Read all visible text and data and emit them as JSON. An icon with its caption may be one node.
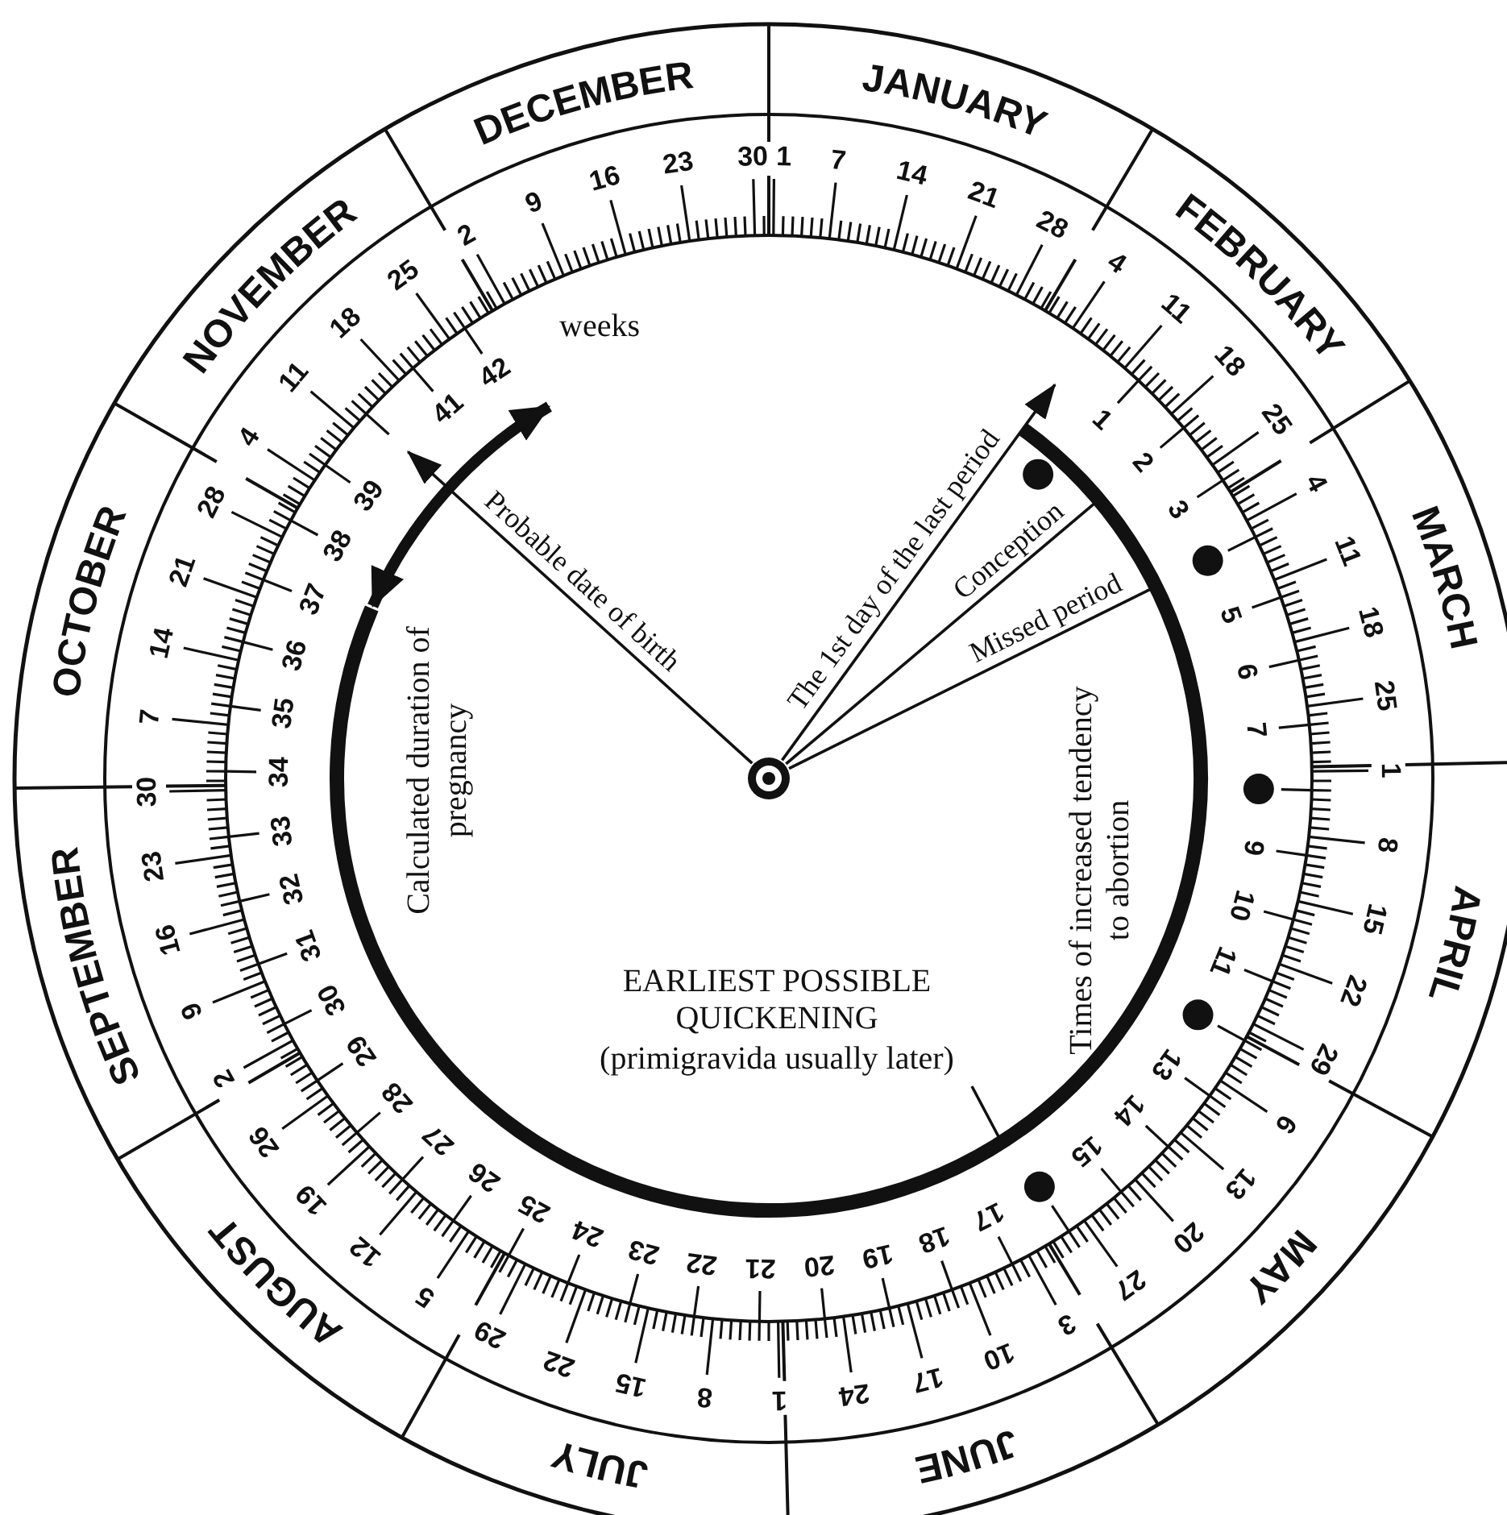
{
  "diagram": {
    "nodes": [
      {
        "text": [],
        "shape": "circle"
      },
      {
        "text": [
          "EARLIEST POSSIBLE QUICKENING",
          "(primigravida usually later)"
        ]
      }
    ],
    "edges": [
      {
        "from": 0,
        "to": null,
        "arrow": "to",
        "label": "The 1st day of the last period"
      },
      {
        "from": 0,
        "to": null,
        "arrow": "none",
        "label": "Conception"
      },
      {
        "from": 0,
        "to": null,
        "arrow": "none",
        "label": "Missed period"
      },
      {
        "from": 0,
        "to": null,
        "arrow": "to",
        "label": "Probable date of birth"
      },
      {
        "from": 1,
        "to": null,
        "arrow": "none"
      }
    ],
    "labels": [
      "JANUARY",
      "FEBRUARY",
      "MARCH",
      "APRIL",
      "MAY",
      "JUNE",
      "JULY",
      "AUGUST",
      "SEPTEMBER",
      "OCTOBER",
      "NOVEMBER",
      "DECEMBER",
      "1",
      "7",
      "14",
      "21",
      "28",
      "4",
      "11",
      "18",
      "25",
      "4",
      "11",
      "18",
      "25",
      "1",
      "8",
      "15",
      "22",
      "29",
      "6",
      "13",
      "20",
      "27",
      "3",
      "10",
      "17",
      "24",
      "1",
      "8",
      "15",
      "22",
      "29",
      "5",
      "12",
      "19",
      "26",
      "2",
      "9",
      "16",
      "23",
      "30",
      "7",
      "14",
      "21",
      "28",
      "4",
      "11",
      "18",
      "25",
      "2",
      "9",
      "16",
      "23",
      "30",
      "1",
      "2",
      "3",
      "5",
      "6",
      "7",
      "9",
      "10",
      "11",
      "13",
      "14",
      "15",
      "17",
      "18",
      "19",
      "20",
      "21",
      "22",
      "23",
      "24",
      "25",
      "26",
      "27",
      "28",
      "29",
      "30",
      "31",
      "32",
      "33",
      "34",
      "35",
      "36",
      "37",
      "38",
      "39",
      "41",
      "42",
      "weeks",
      "Calculated duration of pregnancy",
      "Times of increased tendency to abortion"
    ]
  }
}
